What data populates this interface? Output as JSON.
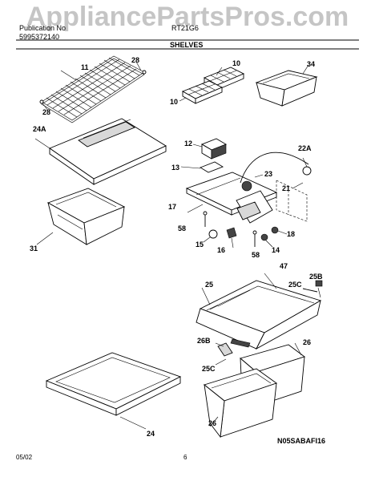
{
  "watermark": "AppliancePartsPros.com",
  "header": {
    "line1_left": "Publication No",
    "line2_left": "5995372140",
    "model": "RT21G6",
    "section_title": "SHELVES"
  },
  "callouts": {
    "c11": "11",
    "c28a": "28",
    "c28b": "28",
    "c10a": "10",
    "c10b": "10",
    "c34": "34",
    "c24a": "24A",
    "c12": "12",
    "c22a": "22A",
    "c13": "13",
    "c23": "23",
    "c21": "21",
    "c17": "17",
    "c58a": "58",
    "c18": "18",
    "c15": "15",
    "c16": "16",
    "c14": "14",
    "c58b": "58",
    "c31": "31",
    "c47": "47",
    "c25b_top": "25B",
    "c25": "25",
    "c25c_top": "25C",
    "c26b_bot": "26B",
    "c25c_bot": "25C",
    "c26a": "26",
    "c26b": "26",
    "c24": "24"
  },
  "footer": {
    "diagram_code": "N05SABAFI16",
    "date": "05/02",
    "page": "6"
  }
}
